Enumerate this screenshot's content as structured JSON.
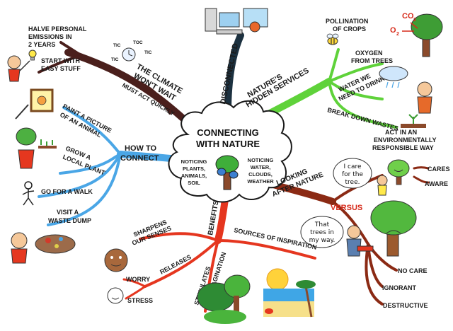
{
  "center": {
    "title_line1": "CONNECTING",
    "title_line2": "WITH NATURE",
    "left_note": [
      "NOTICING",
      "PLANTS,",
      "ANIMALS,",
      "SOIL"
    ],
    "right_note": [
      "NOTICING",
      "WATER,",
      "CLOUDS,",
      "WEATHER"
    ]
  },
  "branches": {
    "climate": {
      "title": [
        "THE CLIMATE",
        "WON'T WAIT"
      ],
      "sub": "MUST ACT QUICKLY",
      "leaves": {
        "halve": [
          "HALVE PERSONAL",
          "EMISSIONS IN",
          "2 YEARS"
        ],
        "easy": [
          "START WITH",
          "EASY STUFF"
        ]
      },
      "clock": [
        "TIC",
        "TOC",
        "TIC",
        "TIC"
      ]
    },
    "disconnected": {
      "title": "DISCONNECTED"
    },
    "services": {
      "title": [
        "NATURE'S",
        "HIDDEN SERVICES"
      ],
      "leaves": {
        "pollination": [
          "POLLINATION",
          "OF CROPS"
        ],
        "oxygen": [
          "OXYGEN",
          "FROM TREES"
        ],
        "water": [
          "WATER WE",
          "NEED TO DRINK"
        ],
        "wastes": "BREAK DOWN WASTES"
      },
      "chem": {
        "co2": "CO",
        "co2_sub": "2",
        "o2": "O",
        "o2_sub": "2"
      }
    },
    "connect": {
      "title": [
        "HOW TO",
        "CONNECT"
      ],
      "leaves": {
        "paint": [
          "PAINT A PICTURE",
          "OF AN ANIMAL"
        ],
        "grow": [
          "GROW A",
          "LOCAL PLANT"
        ],
        "walk": "GO FOR A WALK",
        "dump": [
          "VISIT A",
          "WASTE DUMP"
        ]
      }
    },
    "looking": {
      "title": [
        "LOOKING",
        "AFTER NATURE"
      ],
      "act": [
        "ACT IN AN",
        "ENVIRONMENTALLY",
        "RESPONSIBLE WAY"
      ],
      "cares": "CARES",
      "aware": "AWARE",
      "speech_care": [
        "I care",
        "for the",
        "tree."
      ],
      "versus": "VERSUS",
      "speech_trees": [
        "That",
        "trees in",
        "my way."
      ],
      "nocare": "NO CARE",
      "ignorant": "IGNORANT",
      "destructive": "DESTRUCTIVE"
    },
    "benefits": {
      "title": "BENEFITS",
      "senses": [
        "SHARPENS",
        "OUR SENSES"
      ],
      "releases": "RELEASES",
      "worry": "WORRY",
      "stress": "STRESS",
      "stimulates": [
        "STIMULATES",
        "OUR IMAGINATION"
      ],
      "sources": "SOURCES OF INSPIRATION"
    }
  },
  "colors": {
    "climate": "#4a1f1c",
    "disconnected": "#1c3140",
    "services": "#5fd23a",
    "connect": "#4aa6e6",
    "looking": "#8b2a14",
    "benefits": "#e5361f",
    "versus": "#d62a1a"
  },
  "icons": [
    "clock-icon",
    "light-bulb-icon",
    "computer-icon",
    "bee-icon",
    "tree-icon",
    "cloud-rain-icon",
    "easel-icon",
    "potted-plant-icon",
    "stick-figure-icon",
    "waste-pile-icon",
    "face-icon",
    "chainsaw-man-icon",
    "beach-icon"
  ]
}
